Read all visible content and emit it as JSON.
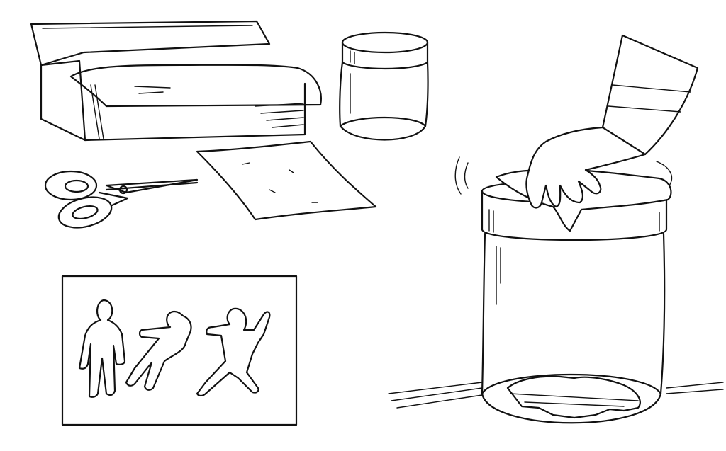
{
  "scene": {
    "kind": "line-drawing",
    "ink_color": "#111111",
    "background_color": "#ffffff",
    "objects": [
      "foil-box",
      "small-jar",
      "scissors",
      "tissue-sheet",
      "paper-figures-card",
      "hand",
      "large-jar"
    ]
  }
}
